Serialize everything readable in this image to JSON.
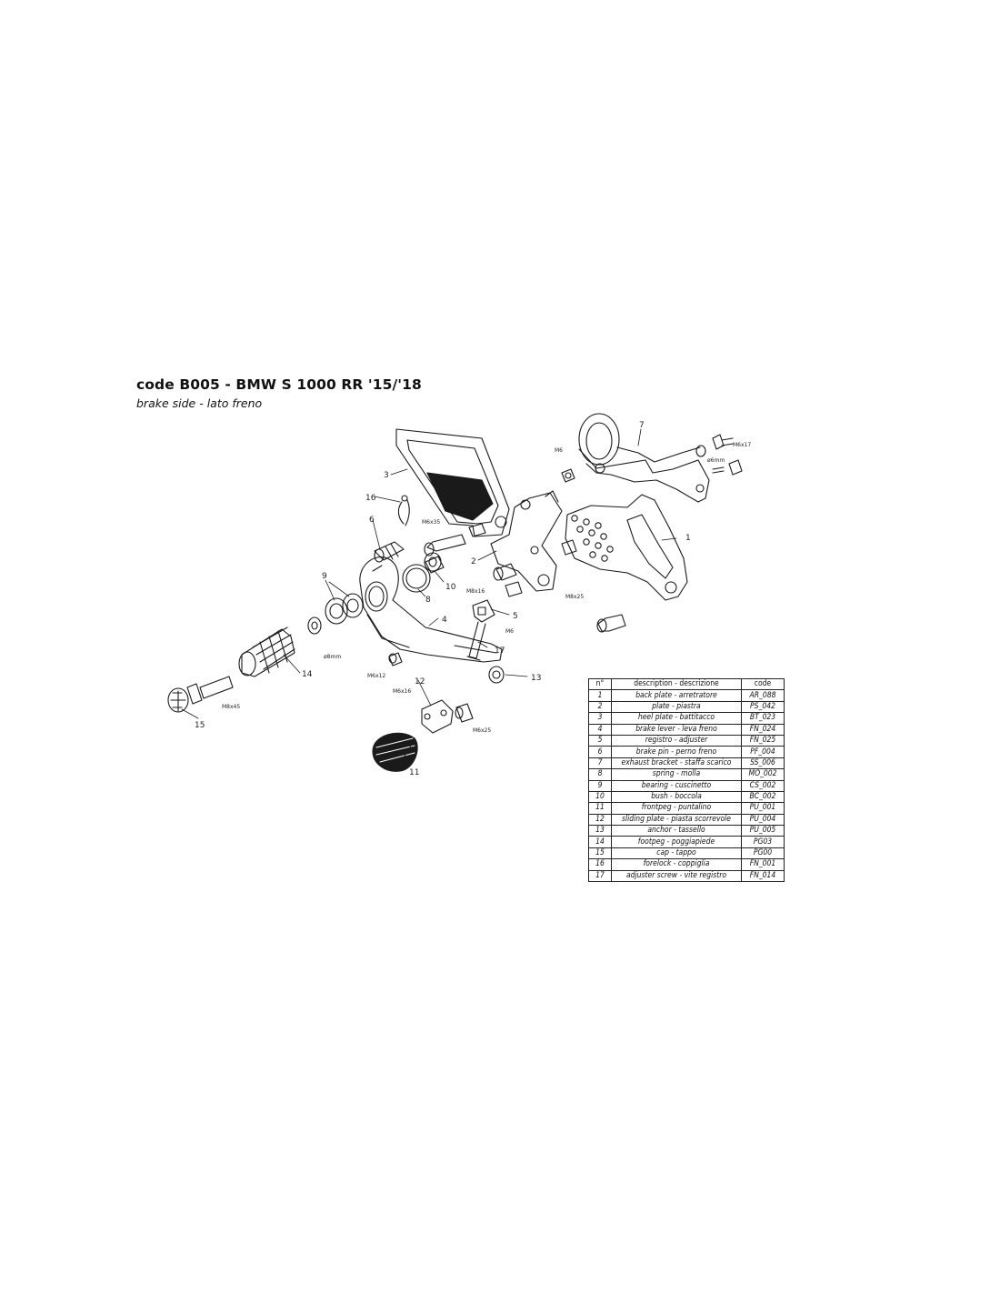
{
  "header": {
    "title": "code B005 - BMW S 1000 RR '15/'18",
    "subtitle": "brake side - lato freno"
  },
  "callouts": {
    "c1": "1",
    "c2": "2",
    "c3": "3",
    "c4": "4",
    "c5": "5",
    "c6": "6",
    "c7": "7",
    "c8": "8",
    "c9": "9",
    "c10": "10",
    "c11": "11",
    "c12": "12",
    "c13": "13",
    "c14": "14",
    "c15": "15",
    "c16": "16",
    "c17": "17"
  },
  "dimensions": {
    "m6_top": "M6",
    "m6x17": "M6x17",
    "o6mm_top": "ø6mm",
    "m6x35": "M6x35",
    "m8x16": "M8x16",
    "m8x25_plate": "M8x25",
    "m6_adj": "M6",
    "o8mm": "ø8mm",
    "m6x12": "M6x12",
    "m8x45": "M8x45",
    "m6x16": "M6x16",
    "m6x25": "M6x25"
  },
  "table": {
    "headers": [
      "n°",
      "description - descrizione",
      "code"
    ],
    "rows": [
      [
        "1",
        "back plate - arretratore",
        "AR_088"
      ],
      [
        "2",
        "plate - piastra",
        "PS_042"
      ],
      [
        "3",
        "heel plate - battitacco",
        "BT_023"
      ],
      [
        "4",
        "brake lever - leva freno",
        "FN_024"
      ],
      [
        "5",
        "registro - adjuster",
        "FN_025"
      ],
      [
        "6",
        "brake pin - perno freno",
        "PF_004"
      ],
      [
        "7",
        "exhaust bracket - staffa scarico",
        "SS_006"
      ],
      [
        "8",
        "spring - molla",
        "MO_002"
      ],
      [
        "9",
        "bearing - cuscinetto",
        "CS_002"
      ],
      [
        "10",
        "bush - boccola",
        "BC_002"
      ],
      [
        "11",
        "frontpeg - puntalino",
        "PU_001"
      ],
      [
        "12",
        "sliding plate - piasta scorrevole",
        "PU_004"
      ],
      [
        "13",
        "anchor - tassello",
        "PU_005"
      ],
      [
        "14",
        "footpeg - poggiapiede",
        "PG03"
      ],
      [
        "15",
        "cap - tappo",
        "PG00"
      ],
      [
        "16",
        "forelock - coppiglia",
        "FN_001"
      ],
      [
        "17",
        "adjuster screw - vite registro",
        "FN_014"
      ]
    ]
  }
}
